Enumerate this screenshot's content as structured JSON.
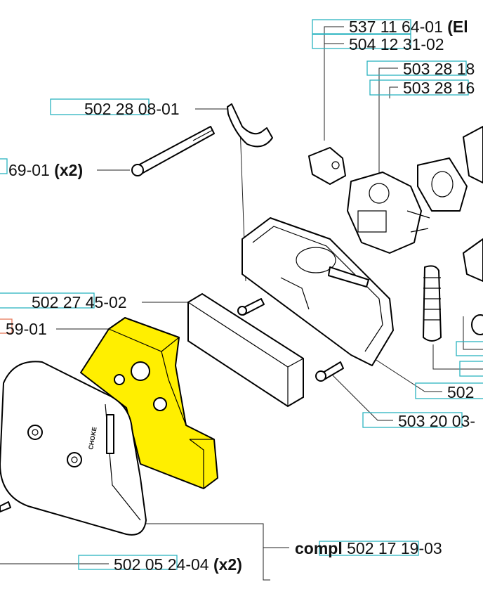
{
  "labels": {
    "l1": {
      "num": "537 11 64-01 ",
      "suffix": "(El"
    },
    "l2": "504 12 31-02",
    "l3": "503 28 18",
    "l4": "503 28 16",
    "l5": "502 28 08-01",
    "l6": {
      "num": "69-01 ",
      "suffix": "(x2)"
    },
    "l7": "502 27 45-02",
    "l8": "59-01",
    "l9": "502",
    "l10": "503 20 03-",
    "l11": {
      "prefix": "compl",
      "num": " 502 17 19-03"
    },
    "l12": {
      "num": "502 05 24-04 ",
      "suffix": "(x2)"
    }
  },
  "cover_text": "CHOKE",
  "colors": {
    "highlight": "#ffef00",
    "label_box": "#2bb3c0",
    "label_box_alt": "#e87a5a"
  }
}
